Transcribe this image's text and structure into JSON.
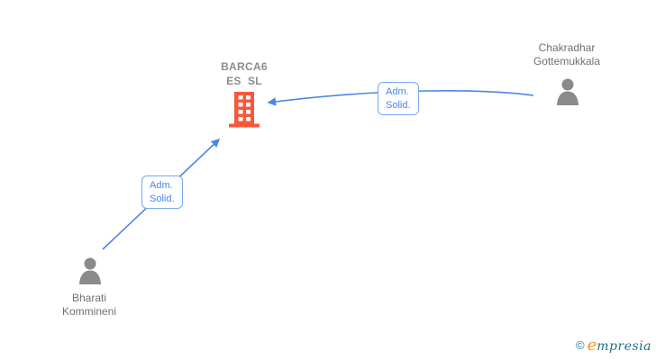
{
  "diagram": {
    "company": {
      "name": "BARCA6 ES SL",
      "line1": "BARCA6",
      "line2": "ES  SL"
    },
    "persons": [
      {
        "line1": "Chakradhar",
        "line2": "Gottemukkala"
      },
      {
        "line1": "Bharati",
        "line2": "Kommineni"
      }
    ],
    "edges": [
      {
        "from": "Chakradhar Gottemukkala",
        "to": "BARCA6 ES SL",
        "line1": "Adm.",
        "line2": "Solid."
      },
      {
        "from": "Bharati Kommineni",
        "to": "BARCA6 ES SL",
        "line1": "Adm.",
        "line2": "Solid."
      }
    ],
    "colors": {
      "edge_blue": "#4c86e8",
      "edge_label_border": "#79a7f2",
      "building_orange": "#f9573b",
      "person_gray": "#8a8a8a",
      "name_text_gray": "#707070",
      "company_text_gray": "#8c8c8c"
    }
  },
  "footer": {
    "copyright_symbol": "©",
    "brand_initial": "e",
    "brand_rest": "mpresia"
  }
}
